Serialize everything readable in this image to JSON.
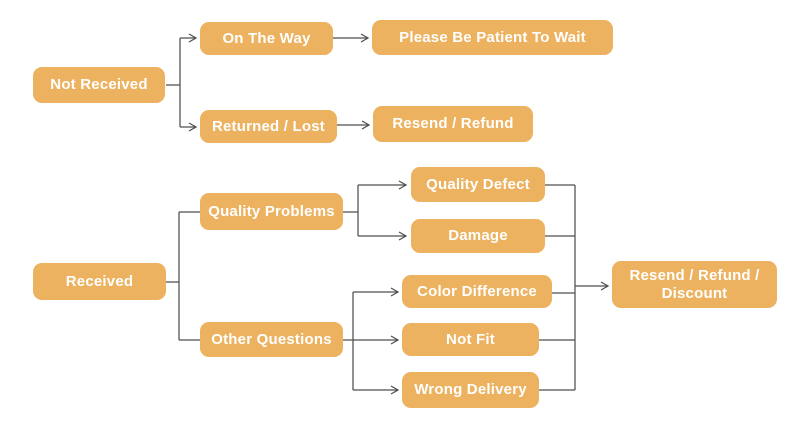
{
  "colors": {
    "node_fill": "#ECB25F",
    "node_text": "#FFFFFF",
    "connector": "#4F4F4F",
    "background": "#FFFFFF"
  },
  "nodes": {
    "not_received": {
      "label": "Not Received"
    },
    "on_the_way": {
      "label": "On The Way"
    },
    "please_be_patient": {
      "label": "Please Be Patient To Wait"
    },
    "returned_lost": {
      "label": "Returned / Lost"
    },
    "resend_refund": {
      "label": "Resend / Refund"
    },
    "received": {
      "label": "Received"
    },
    "quality_problems": {
      "label": "Quality Problems"
    },
    "other_questions": {
      "label": "Other Questions"
    },
    "quality_defect": {
      "label": "Quality Defect"
    },
    "damage": {
      "label": "Damage"
    },
    "color_difference": {
      "label": "Color Difference"
    },
    "not_fit": {
      "label": "Not Fit"
    },
    "wrong_delivery": {
      "label": "Wrong Delivery"
    },
    "resend_refund_discount": {
      "label": "Resend / Refund / Discount"
    }
  },
  "edges": [
    {
      "from": "Not Received",
      "to": "On The Way"
    },
    {
      "from": "Not Received",
      "to": "Returned / Lost"
    },
    {
      "from": "On The Way",
      "to": "Please Be Patient To Wait"
    },
    {
      "from": "Returned / Lost",
      "to": "Resend / Refund"
    },
    {
      "from": "Received",
      "to": "Quality Problems"
    },
    {
      "from": "Received",
      "to": "Other Questions"
    },
    {
      "from": "Quality Problems",
      "to": "Quality Defect"
    },
    {
      "from": "Quality Problems",
      "to": "Damage"
    },
    {
      "from": "Other Questions",
      "to": "Color Difference"
    },
    {
      "from": "Other Questions",
      "to": "Not Fit"
    },
    {
      "from": "Other Questions",
      "to": "Wrong Delivery"
    },
    {
      "from": "Quality Defect",
      "to": "Resend / Refund / Discount"
    },
    {
      "from": "Damage",
      "to": "Resend / Refund / Discount"
    },
    {
      "from": "Color Difference",
      "to": "Resend / Refund / Discount"
    },
    {
      "from": "Not Fit",
      "to": "Resend / Refund / Discount"
    },
    {
      "from": "Wrong Delivery",
      "to": "Resend / Refund / Discount"
    }
  ]
}
